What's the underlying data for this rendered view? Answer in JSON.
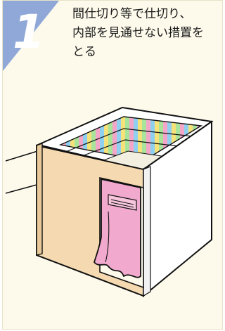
{
  "step": {
    "number": "1",
    "text": "間仕切り等で仕切り、\n内部を見通せない措置を\nとる"
  },
  "colors": {
    "badge": "#8fa8d8",
    "card_background": "#fdfaec",
    "partition_front": "#f5d9b0",
    "curtain": "#f1a9cd",
    "stripe_palette": [
      "#f4a6c8",
      "#8fd0f0",
      "#a8e49a",
      "#f6e27a"
    ]
  },
  "icons": {
    "badge_shape": "blue-triangle-corner"
  }
}
